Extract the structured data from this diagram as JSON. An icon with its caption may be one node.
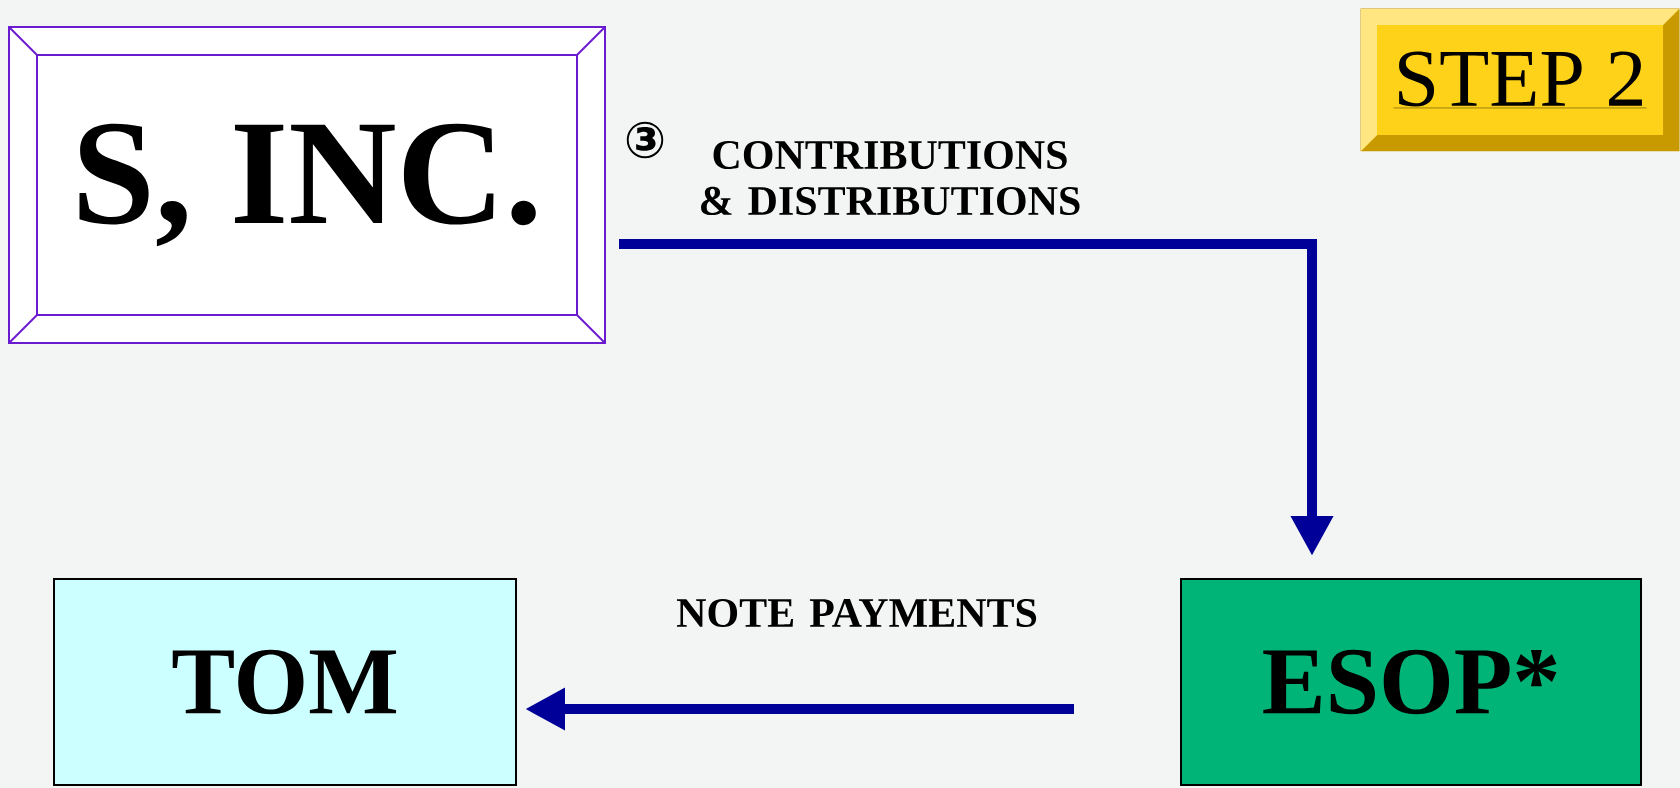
{
  "diagram": {
    "nodes": [
      {
        "text": [
          "S, INC."
        ]
      },
      {
        "text": [
          "TOM"
        ]
      },
      {
        "text": [
          "ESOP*"
        ]
      },
      {
        "text": [
          "STEP 2"
        ]
      }
    ],
    "edges": [
      {
        "from": 0,
        "to": 2,
        "arrow": "to",
        "label": "CONTRIBUTIONS & DISTRIBUTIONS"
      },
      {
        "from": 2,
        "to": 1,
        "arrow": "to",
        "label": "NOTE PAYMENTS"
      }
    ],
    "labels": [
      "③"
    ]
  }
}
